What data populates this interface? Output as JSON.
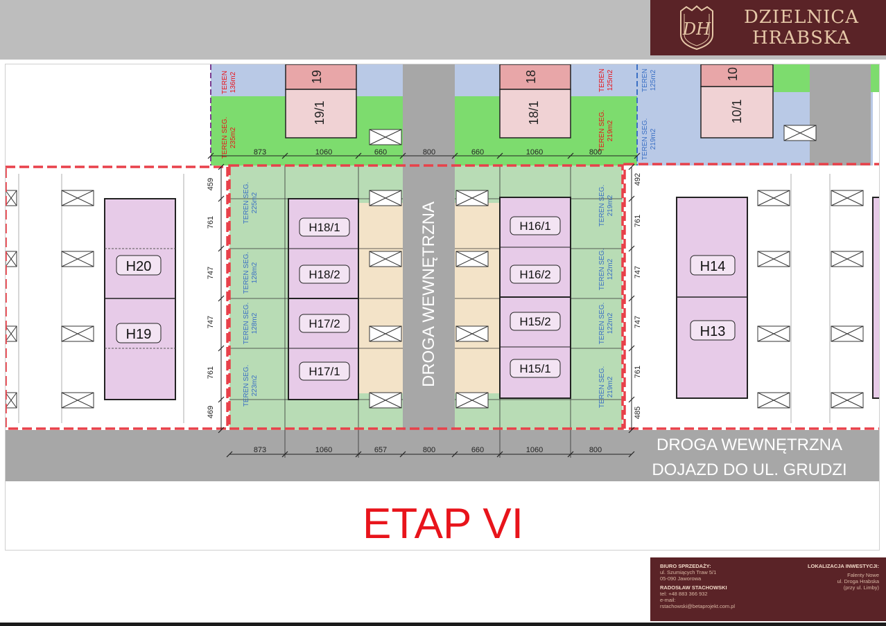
{
  "header": {
    "brand_line1": "DZIELNICA",
    "brand_line2": "HRABSKA",
    "monogram": "DH",
    "colors": {
      "topbar": "#bdbdbd",
      "brand": "#5a2327",
      "brand_text": "#e6c8a8"
    }
  },
  "plan": {
    "top_lots": [
      "19",
      "19/1",
      "18",
      "18/1",
      "10/1",
      "10"
    ],
    "top_areas": [
      {
        "label": "TEREN",
        "area": "136m2"
      },
      {
        "label": "TEREN SEG.",
        "area": "235m2"
      },
      {
        "label": "TEREN",
        "area": "125m2"
      },
      {
        "label": "TEREN SEG.",
        "area": "219m2"
      },
      {
        "label": "TEREN",
        "area": "125m2"
      },
      {
        "label": "TEREN SEG.",
        "area": "219m2"
      }
    ],
    "top_dims": [
      "873",
      "1060",
      "660",
      "800",
      "660",
      "1060",
      "800"
    ],
    "houses_left": [
      "H20",
      "H19"
    ],
    "houses_center_left": [
      "H18/1",
      "H18/2",
      "H17/2",
      "H17/1"
    ],
    "houses_center_right": [
      "H16/1",
      "H16/2",
      "H15/2",
      "H15/1"
    ],
    "houses_right": [
      "H14",
      "H13"
    ],
    "areas_left": [
      {
        "label": "TEREN SEG.",
        "area": "225m2"
      },
      {
        "label": "TEREN SEG.",
        "area": "128m2"
      },
      {
        "label": "TEREN SEG.",
        "area": "128m2"
      },
      {
        "label": "TEREN SEG.",
        "area": "223m2"
      }
    ],
    "areas_right": [
      {
        "label": "TEREN SEG.",
        "area": "219m2"
      },
      {
        "label": "TEREN SEG.",
        "area": "122m2"
      },
      {
        "label": "TEREN SEG.",
        "area": "122m2"
      },
      {
        "label": "TEREN SEG.",
        "area": "219m2"
      }
    ],
    "left_dims": [
      "459",
      "761",
      "747",
      "747",
      "761",
      "469"
    ],
    "right_dims": [
      "492",
      "761",
      "747",
      "747",
      "761",
      "485"
    ],
    "bottom_dims": [
      "873",
      "1060",
      "657",
      "800",
      "660",
      "1060",
      "800"
    ],
    "road_vertical": "DROGA WEWNĘTRZNA",
    "road_line1": "DROGA WEWNĘTRZNA",
    "road_line2": "DOJAZD DO UL. GRUDZI",
    "stage": "ETAP VI",
    "colors": {
      "green": "#b8dcb5",
      "bright_green": "#7ddc6e",
      "blue": "#b9c9e6",
      "house": "#e7cbe8",
      "roof_pink": "#e8a6a8",
      "road": "#a7a7a7",
      "beige": "#f3e3c8",
      "red": "#e8141b"
    }
  },
  "footer": {
    "sales_title": "BIURO SPRZEDAŻY:",
    "sales_addr1": "ul. Szumiących Traw 5/1",
    "sales_addr2": "05-090 Jaworowa",
    "agent_name": "RADOSŁAW STACHOWSKI",
    "agent_tel": "tel:   +48 883 366 932",
    "agent_email_label": "e-mail:",
    "agent_email": "rstachowski@betaprojekt.com.pl",
    "loc_title": "LOKALIZACJA INWESTYCJI:",
    "loc1": "Falenty Nowe",
    "loc2": "ul. Droga Hrabska",
    "loc3": "(przy ul. Limby)"
  }
}
